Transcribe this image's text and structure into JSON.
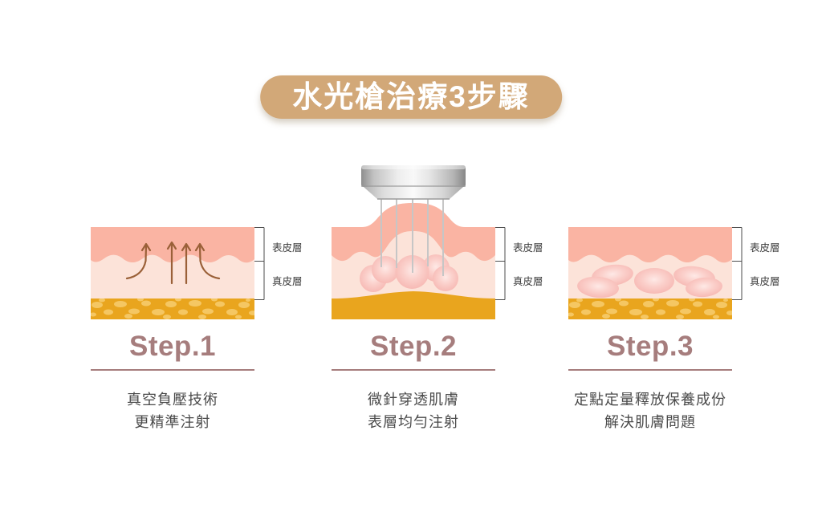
{
  "title": "水光槍治療3步驟",
  "layer_labels": {
    "epidermis": "表皮層",
    "dermis": "真皮層"
  },
  "steps": [
    {
      "label": "Step.1",
      "line1": "真空負壓技術",
      "line2": "更精準注射"
    },
    {
      "label": "Step.2",
      "line1": "微針穿透肌膚",
      "line2": "表層均勻注射"
    },
    {
      "label": "Step.3",
      "line1": "定點定量釋放保養成份",
      "line2": "解決肌膚問題"
    }
  ],
  "colors": {
    "badge_background": "#d2a878",
    "badge_text": "#ffffff",
    "step_accent": "#a67d7d",
    "description_text": "#4a4a4a",
    "epidermis_layer": "#fab4a3",
    "dermis_layer": "#fce3d9",
    "fat_layer": "#e9a51e",
    "fat_spots": "#f5c763",
    "suction_arrows": "#9a6038",
    "serum_droplet": "#f8c0ba",
    "needle": "#c6c6c6",
    "bracket_line": "#4e4e4e"
  }
}
